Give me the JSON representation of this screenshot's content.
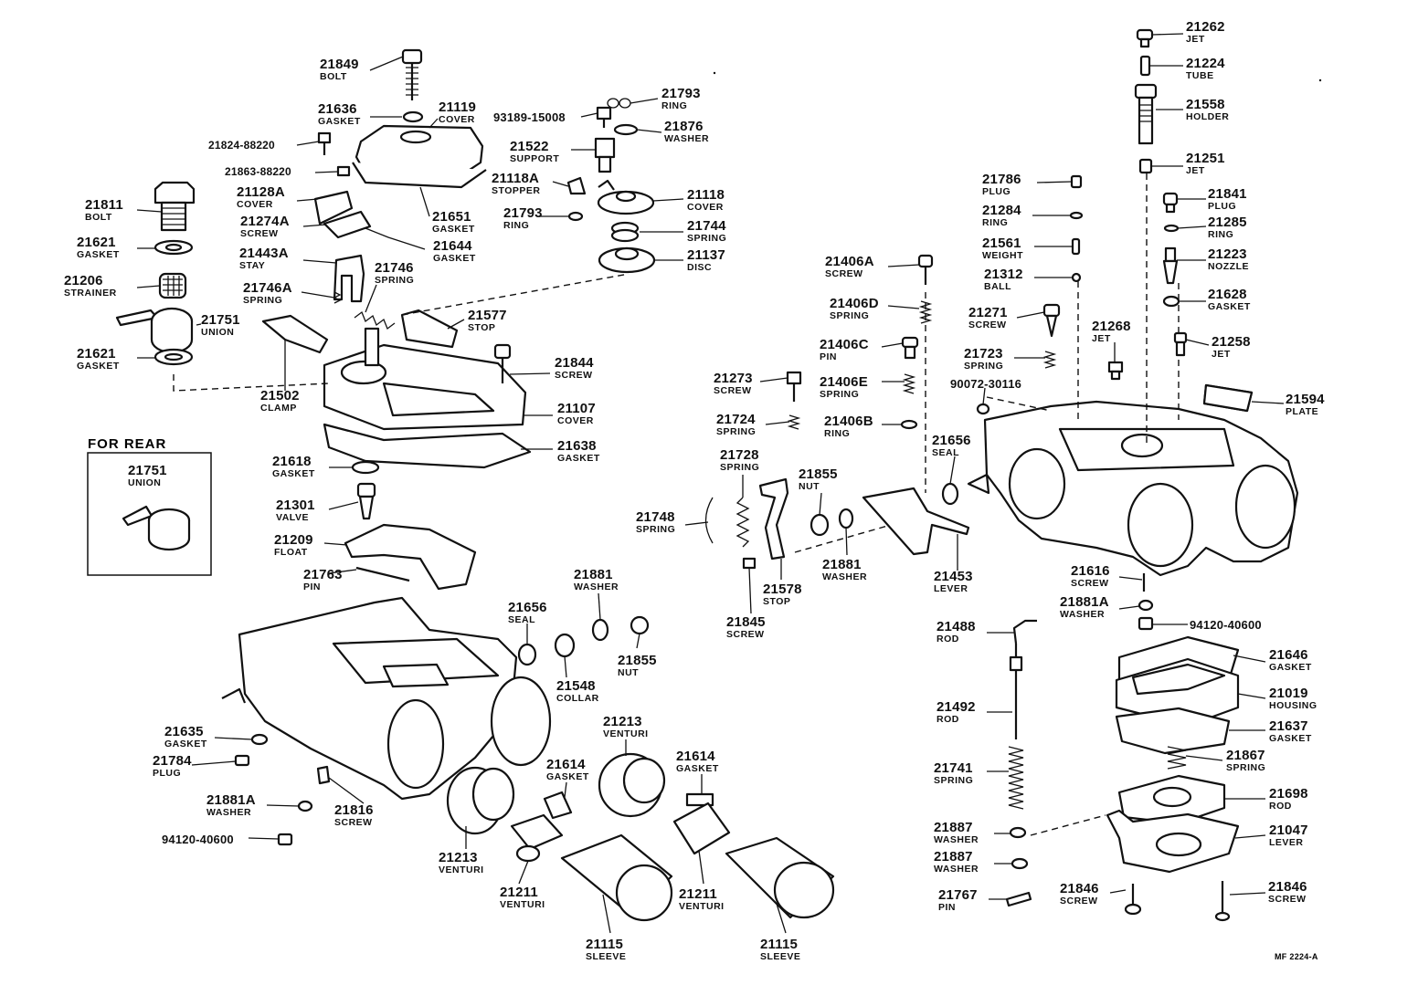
{
  "diagram_code": "MF 2224-A",
  "inset_title": "FOR REAR",
  "parts": [
    {
      "number": "21849",
      "name": "BOLT"
    },
    {
      "number": "21636",
      "name": "GASKET"
    },
    {
      "number": "21119",
      "name": "COVER"
    },
    {
      "number": "21824-88220",
      "name": ""
    },
    {
      "number": "21863-88220",
      "name": ""
    },
    {
      "number": "21811",
      "name": "BOLT"
    },
    {
      "number": "21128A",
      "name": "COVER"
    },
    {
      "number": "21274A",
      "name": "SCREW"
    },
    {
      "number": "21651",
      "name": "GASKET"
    },
    {
      "number": "21644",
      "name": "GASKET"
    },
    {
      "number": "21621",
      "name": "GASKET"
    },
    {
      "number": "21443A",
      "name": "STAY"
    },
    {
      "number": "21206",
      "name": "STRAINER"
    },
    {
      "number": "21746",
      "name": "SPRING"
    },
    {
      "number": "21746A",
      "name": "SPRING"
    },
    {
      "number": "21751",
      "name": "UNION"
    },
    {
      "number": "21621",
      "name": "GASKET"
    },
    {
      "number": "21577",
      "name": "STOP"
    },
    {
      "number": "21844",
      "name": "SCREW"
    },
    {
      "number": "21502",
      "name": "CLAMP"
    },
    {
      "number": "21107",
      "name": "COVER"
    },
    {
      "number": "21638",
      "name": "GASKET"
    },
    {
      "number": "21618",
      "name": "GASKET"
    },
    {
      "number": "21751",
      "name": "UNION"
    },
    {
      "number": "21301",
      "name": "VALVE"
    },
    {
      "number": "21209",
      "name": "FLOAT"
    },
    {
      "number": "21763",
      "name": "PIN"
    },
    {
      "number": "21793",
      "name": "RING"
    },
    {
      "number": "93189-15008",
      "name": ""
    },
    {
      "number": "21876",
      "name": "WASHER"
    },
    {
      "number": "21522",
      "name": "SUPPORT"
    },
    {
      "number": "21118A",
      "name": "STOPPER"
    },
    {
      "number": "21118",
      "name": "COVER"
    },
    {
      "number": "21793",
      "name": "RING"
    },
    {
      "number": "21744",
      "name": "SPRING"
    },
    {
      "number": "21137",
      "name": "DISC"
    },
    {
      "number": "21881",
      "name": "WASHER"
    },
    {
      "number": "21656",
      "name": "SEAL"
    },
    {
      "number": "21855",
      "name": "NUT"
    },
    {
      "number": "21548",
      "name": "COLLAR"
    },
    {
      "number": "21635",
      "name": "GASKET"
    },
    {
      "number": "21784",
      "name": "PLUG"
    },
    {
      "number": "21881A",
      "name": "WASHER"
    },
    {
      "number": "21816",
      "name": "SCREW"
    },
    {
      "number": "94120-40600",
      "name": ""
    },
    {
      "number": "21213",
      "name": "VENTURI"
    },
    {
      "number": "21614",
      "name": "GASKET"
    },
    {
      "number": "21614",
      "name": "GASKET"
    },
    {
      "number": "21213",
      "name": "VENTURI"
    },
    {
      "number": "21211",
      "name": "VENTURI"
    },
    {
      "number": "21211",
      "name": "VENTURI"
    },
    {
      "number": "21115",
      "name": "SLEEVE"
    },
    {
      "number": "21115",
      "name": "SLEEVE"
    },
    {
      "number": "21273",
      "name": "SCREW"
    },
    {
      "number": "21724",
      "name": "SPRING"
    },
    {
      "number": "21728",
      "name": "SPRING"
    },
    {
      "number": "21748",
      "name": "SPRING"
    },
    {
      "number": "21855",
      "name": "NUT"
    },
    {
      "number": "21881",
      "name": "WASHER"
    },
    {
      "number": "21578",
      "name": "STOP"
    },
    {
      "number": "21845",
      "name": "SCREW"
    },
    {
      "number": "21406A",
      "name": "SCREW"
    },
    {
      "number": "21406D",
      "name": "SPRING"
    },
    {
      "number": "21406C",
      "name": "PIN"
    },
    {
      "number": "21406E",
      "name": "SPRING"
    },
    {
      "number": "21406B",
      "name": "RING"
    },
    {
      "number": "21656",
      "name": "SEAL"
    },
    {
      "number": "21453",
      "name": "LEVER"
    },
    {
      "number": "21786",
      "name": "PLUG"
    },
    {
      "number": "21284",
      "name": "RING"
    },
    {
      "number": "21561",
      "name": "WEIGHT"
    },
    {
      "number": "21312",
      "name": "BALL"
    },
    {
      "number": "21271",
      "name": "SCREW"
    },
    {
      "number": "21723",
      "name": "SPRING"
    },
    {
      "number": "90072-30116",
      "name": ""
    },
    {
      "number": "21268",
      "name": "JET"
    },
    {
      "number": "21262",
      "name": "JET"
    },
    {
      "number": "21224",
      "name": "TUBE"
    },
    {
      "number": "21558",
      "name": "HOLDER"
    },
    {
      "number": "21251",
      "name": "JET"
    },
    {
      "number": "21841",
      "name": "PLUG"
    },
    {
      "number": "21285",
      "name": "RING"
    },
    {
      "number": "21223",
      "name": "NOZZLE"
    },
    {
      "number": "21628",
      "name": "GASKET"
    },
    {
      "number": "21258",
      "name": "JET"
    },
    {
      "number": "21594",
      "name": "PLATE"
    },
    {
      "number": "21616",
      "name": "SCREW"
    },
    {
      "number": "21881A",
      "name": "WASHER"
    },
    {
      "number": "94120-40600",
      "name": ""
    },
    {
      "number": "21488",
      "name": "ROD"
    },
    {
      "number": "21492",
      "name": "ROD"
    },
    {
      "number": "21741",
      "name": "SPRING"
    },
    {
      "number": "21887",
      "name": "WASHER"
    },
    {
      "number": "21887",
      "name": "WASHER"
    },
    {
      "number": "21767",
      "name": "PIN"
    },
    {
      "number": "21846",
      "name": "SCREW"
    },
    {
      "number": "21846",
      "name": "SCREW"
    },
    {
      "number": "21646",
      "name": "GASKET"
    },
    {
      "number": "21019",
      "name": "HOUSING"
    },
    {
      "number": "21637",
      "name": "GASKET"
    },
    {
      "number": "21867",
      "name": "SPRING"
    },
    {
      "number": "21698",
      "name": "ROD"
    },
    {
      "number": "21047",
      "name": "LEVER"
    }
  ]
}
